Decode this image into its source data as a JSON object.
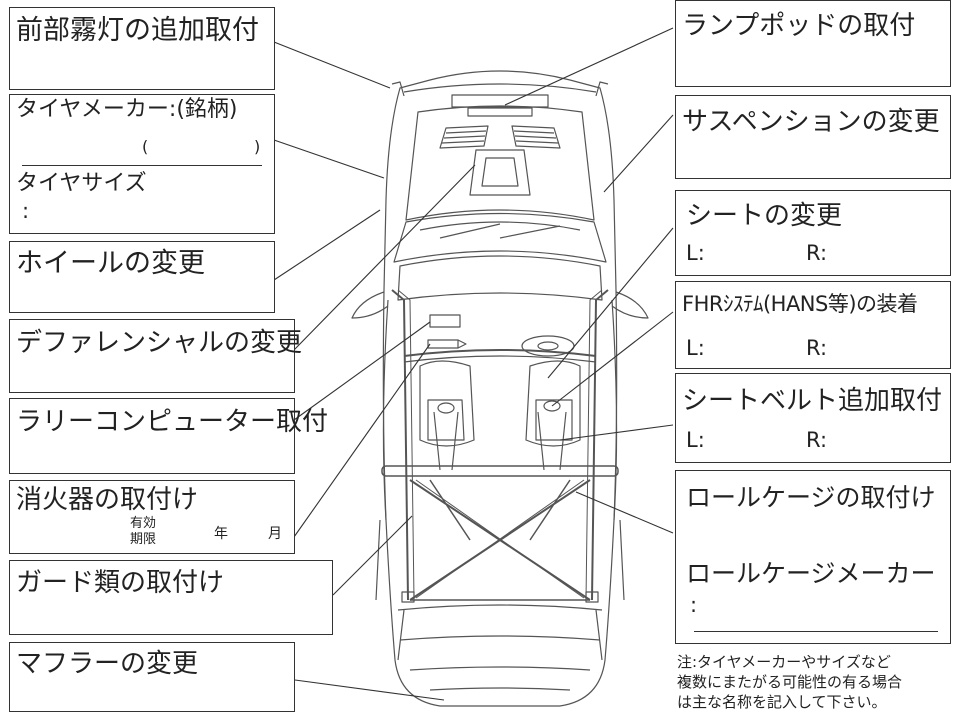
{
  "left": {
    "fog": "前部霧灯の追加取付",
    "tire_maker": "タイヤメーカー:(銘柄)",
    "tire_paren_open": "(",
    "tire_paren_close": ")",
    "tire_size": "タイヤサイズ",
    "colon": ":",
    "wheel": "ホイールの変更",
    "diff": "デファレンシャルの変更",
    "rally_computer": "ラリーコンピューター取付",
    "extinguisher": "消火器の取付け",
    "expiry_1": "有効",
    "expiry_2": "期限",
    "year": "年",
    "month": "月",
    "guard": "ガード類の取付け",
    "muffler": "マフラーの変更"
  },
  "right": {
    "lamp_pod": "ランプポッドの取付",
    "suspension": "サスペンションの変更",
    "seat": "シートの変更",
    "l": "L:",
    "r": "R:",
    "fhr": "FHRｼｽﾃﾑ(HANS等)の装着",
    "seatbelt": "シートベルト追加取付",
    "rollcage": "ロールケージの取付け",
    "rollcage_maker": "ロールケージメーカー",
    "colon": ":"
  },
  "note": {
    "line1": "注:タイヤメーカーやサイズなど",
    "line2": "複数にまたがる可能性の有る場合",
    "line3": "は主な名称を記入して下さい。"
  }
}
